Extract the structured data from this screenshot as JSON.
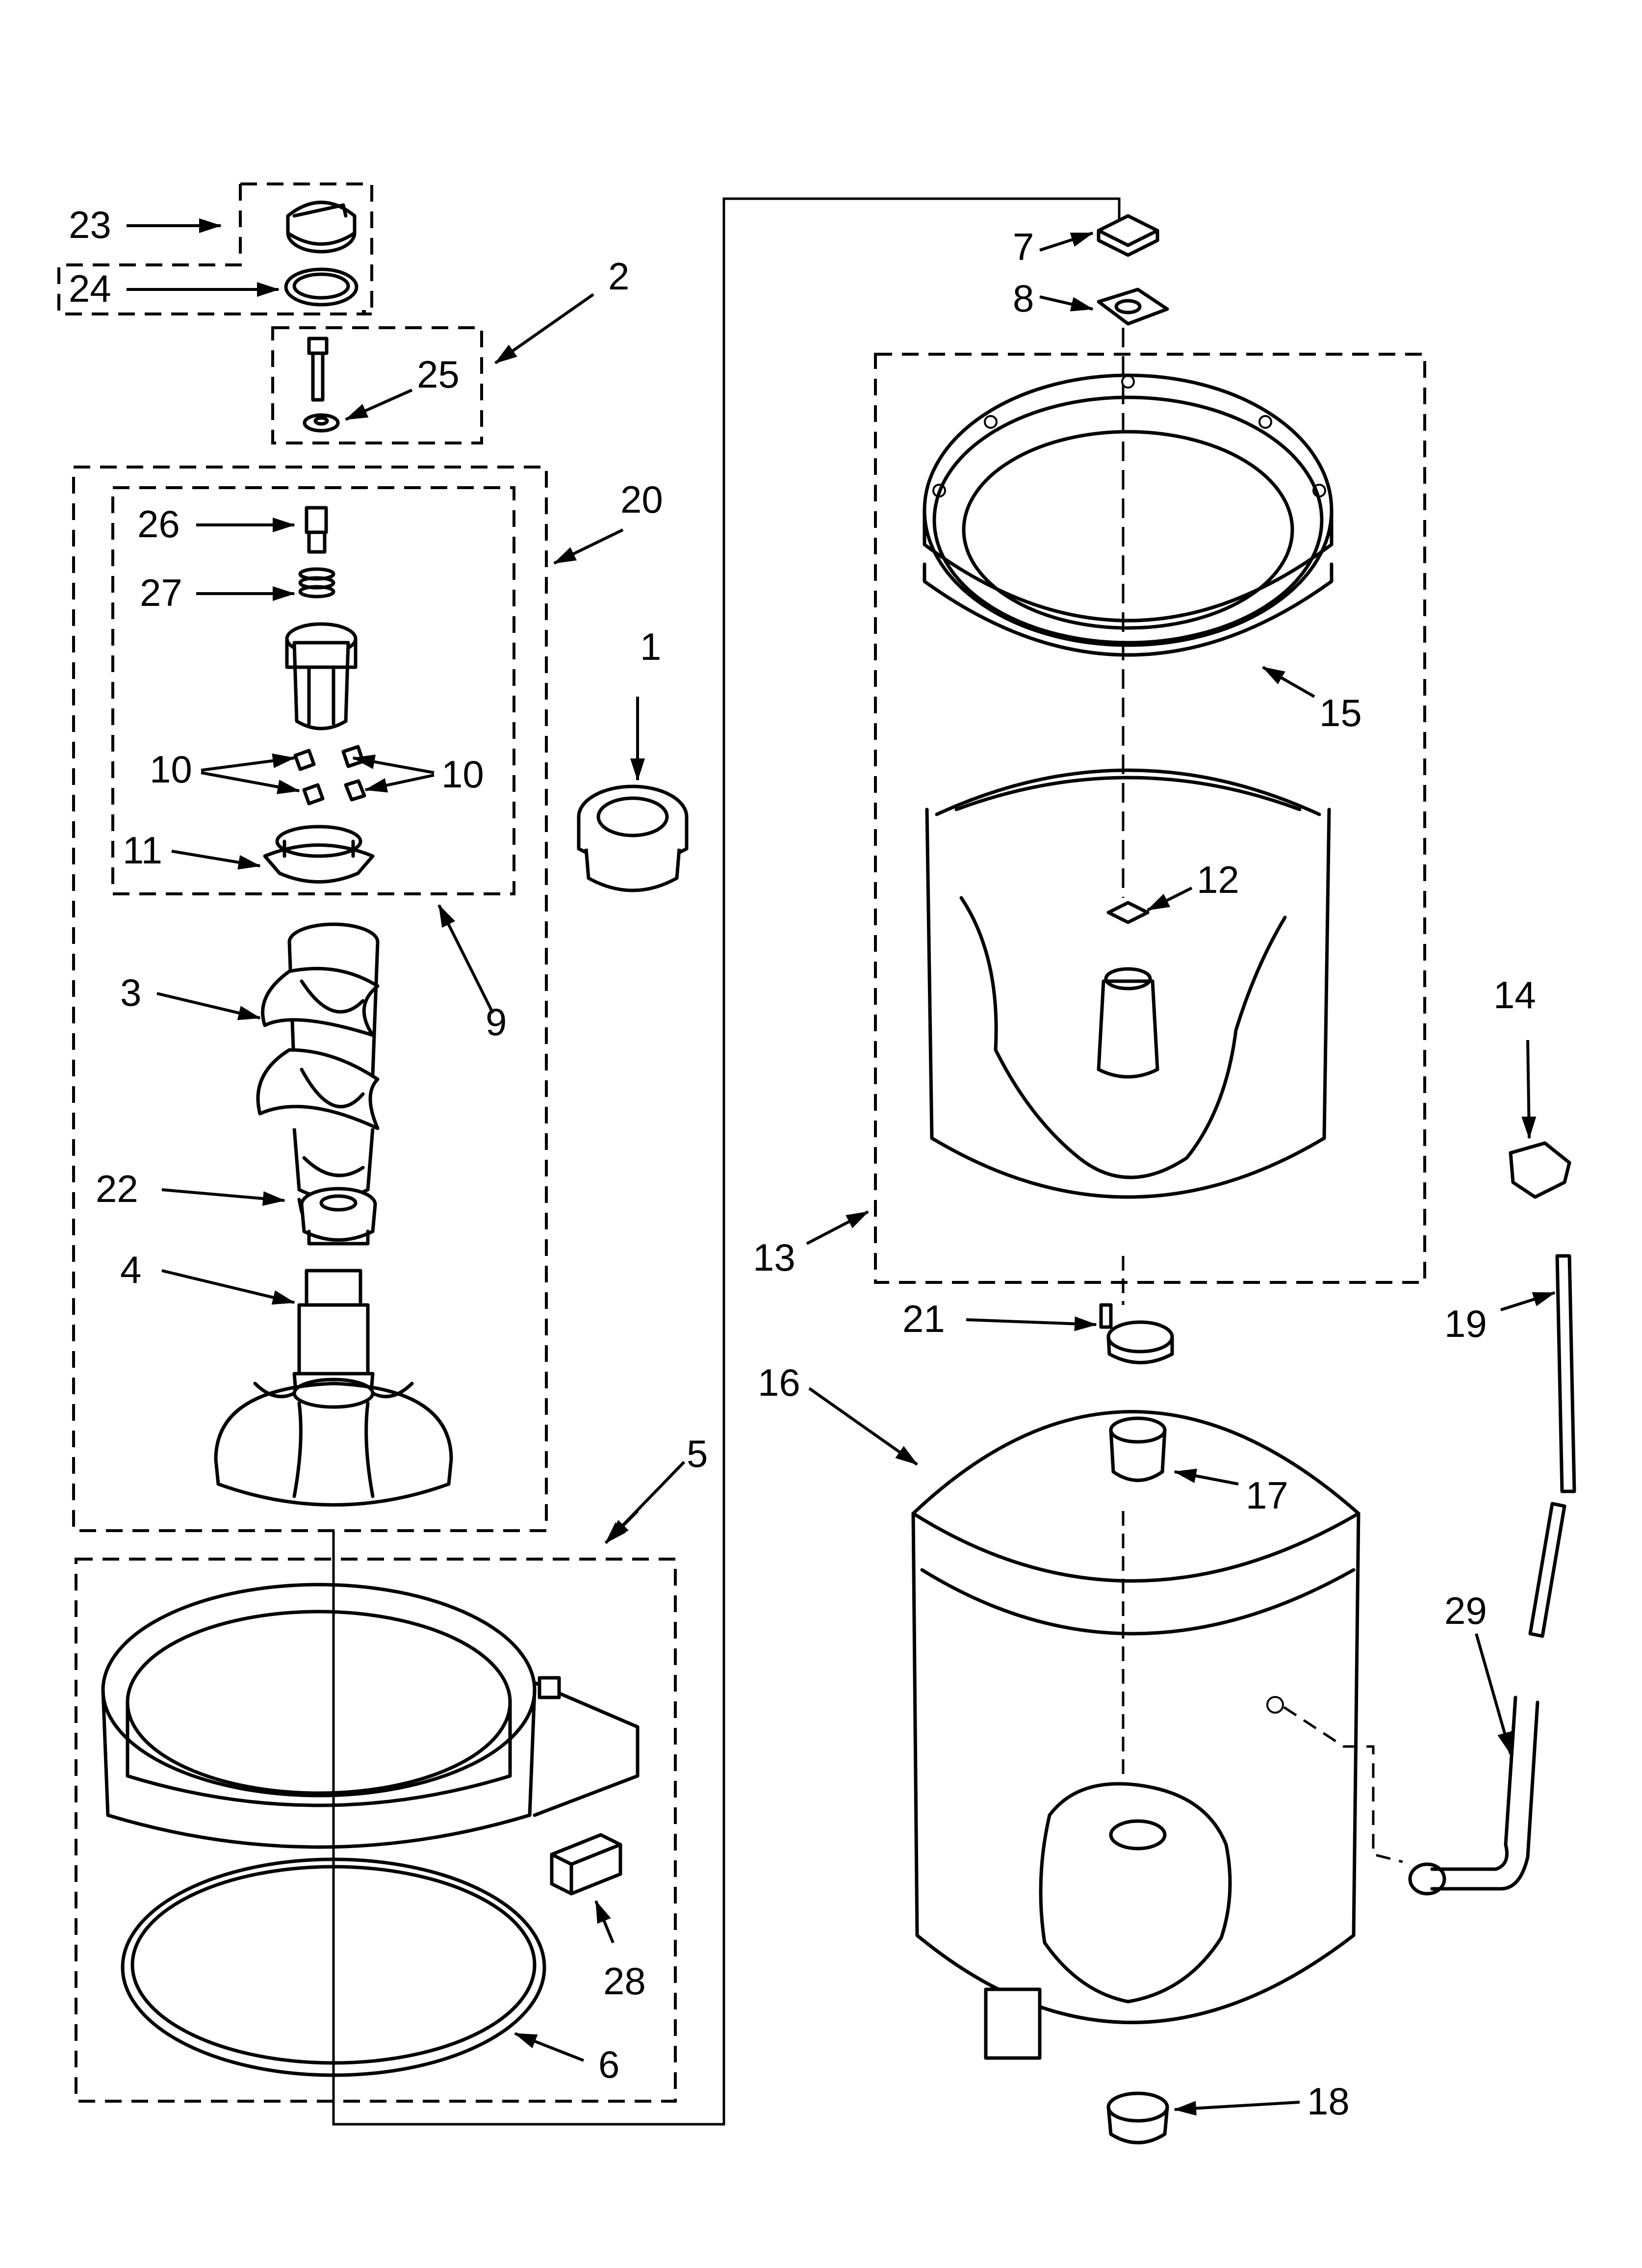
{
  "labels": {
    "n1": "1",
    "n2": "2",
    "n3": "3",
    "n4": "4",
    "n5": "5",
    "n6": "6",
    "n7": "7",
    "n8": "8",
    "n9": "9",
    "n10a": "10",
    "n10b": "10",
    "n11": "11",
    "n12": "12",
    "n13": "13",
    "n14": "14",
    "n15": "15",
    "n16": "16",
    "n17": "17",
    "n18": "18",
    "n19": "19",
    "n20": "20",
    "n21": "21",
    "n22": "22",
    "n23": "23",
    "n24": "24",
    "n25": "25",
    "n26": "26",
    "n27": "27",
    "n28": "28",
    "n29": "29"
  }
}
